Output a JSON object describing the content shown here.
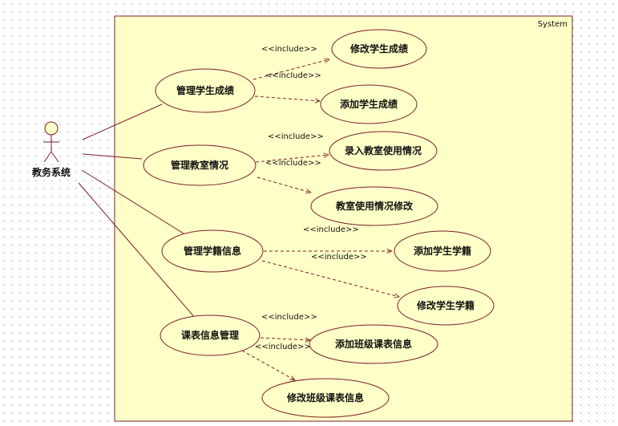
{
  "system": {
    "title": "System"
  },
  "actor": {
    "name": "教务系统"
  },
  "primary_use_cases": [
    {
      "label": "管理学生成绩"
    },
    {
      "label": "管理教室情况"
    },
    {
      "label": "管理学籍信息"
    },
    {
      "label": "课表信息管理"
    }
  ],
  "included_use_cases": [
    {
      "label": "修改学生成绩"
    },
    {
      "label": "添加学生成绩"
    },
    {
      "label": "录入教室使用情况"
    },
    {
      "label": "教室使用情况修改"
    },
    {
      "label": "添加学生学籍"
    },
    {
      "label": "修改学生学籍"
    },
    {
      "label": "添加班级课表信息"
    },
    {
      "label": "修改班级课表信息"
    }
  ],
  "include_label": "<<include>>",
  "colors": {
    "fill": "#ffffc8",
    "stroke": "#7b1f2a",
    "dots": "#c9c9c9"
  }
}
